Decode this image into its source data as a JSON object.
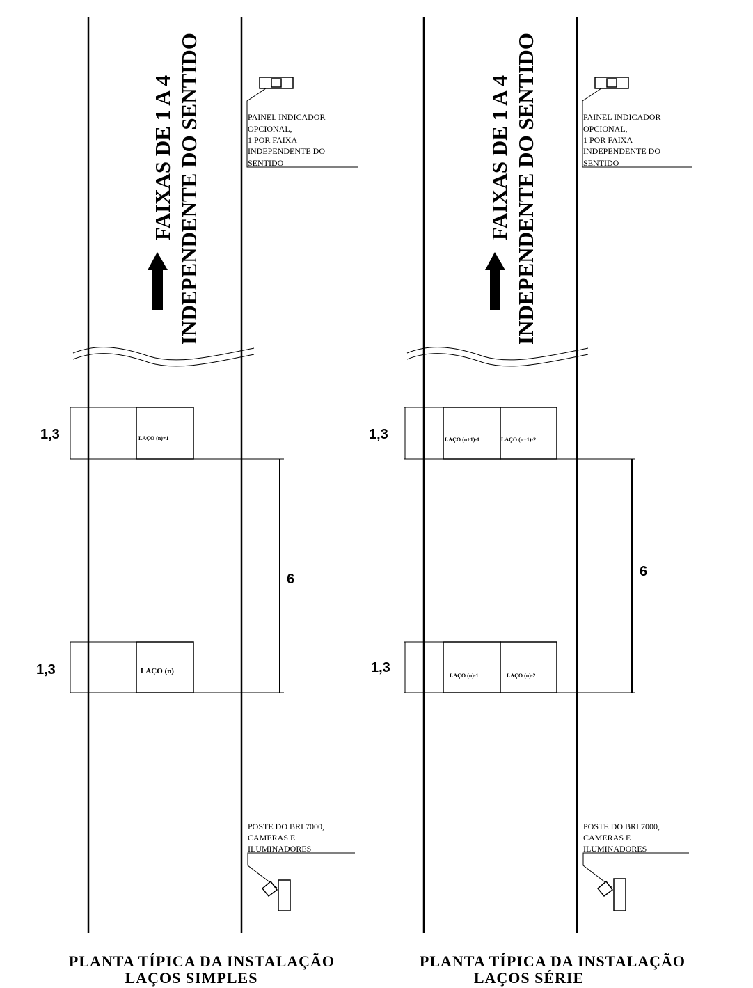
{
  "panels": [
    {
      "direction_line1": "FAIXAS DE 1 A 4",
      "direction_line2": "INDEPENDENTE DO SENTIDO",
      "panel_note": [
        "PAINEL INDICADOR",
        "OPCIONAL,",
        "1 POR FAIXA",
        "INDEPENDENTE DO",
        "SENTIDO"
      ],
      "pole_note": [
        "POSTE DO BRI 7000,",
        "CAMERAS E",
        "ILUMINADORES"
      ],
      "dim_top": "1,3",
      "dim_bottom": "1,3",
      "dim_spacing": "6",
      "loops_top": [
        "LAÇO (n)+1"
      ],
      "loops_bottom": [
        "LAÇO (n)"
      ],
      "title_line1": "PLANTA TÍPICA DA INSTALAÇÃO",
      "title_line2": "LAÇOS SIMPLES"
    },
    {
      "direction_line1": "FAIXAS DE 1 A 4",
      "direction_line2": "INDEPENDENTE DO SENTIDO",
      "panel_note": [
        "PAINEL INDICADOR",
        "OPCIONAL,",
        "1 POR FAIXA",
        "INDEPENDENTE DO",
        "SENTIDO"
      ],
      "pole_note": [
        "POSTE DO BRI 7000,",
        "CAMERAS E",
        "ILUMINADORES"
      ],
      "dim_top": "1,3",
      "dim_bottom": "1,3",
      "dim_spacing": "6",
      "loops_top": [
        "LAÇO (n+1)-1",
        "LAÇO (n+1)-2"
      ],
      "loops_bottom": [
        "LAÇO (n)-1",
        "LAÇO (n)-2"
      ],
      "title_line1": "PLANTA TÍPICA DA INSTALAÇÃO",
      "title_line2": "LAÇOS SÉRIE"
    }
  ]
}
